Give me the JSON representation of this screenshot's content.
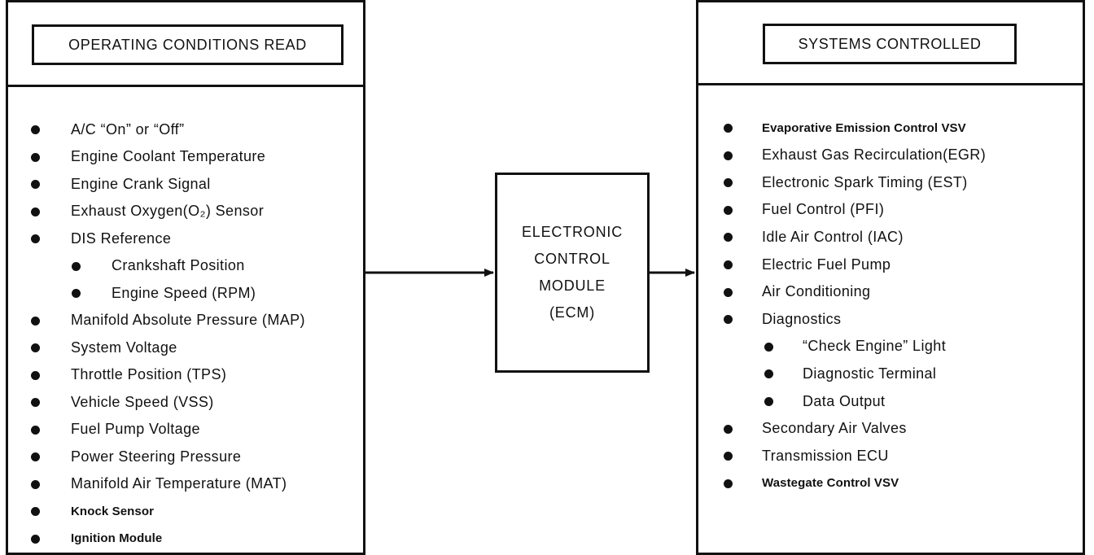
{
  "left_panel": {
    "title": "OPERATING CONDITIONS READ",
    "items": [
      {
        "text": "A/C “On” or “Off”",
        "level": 1
      },
      {
        "text": "Engine Coolant Temperature",
        "level": 1
      },
      {
        "text": "Engine Crank Signal",
        "level": 1
      },
      {
        "text": "Exhaust Oxygen(O₂) Sensor",
        "level": 1
      },
      {
        "text": "DIS Reference",
        "level": 1
      },
      {
        "text": "Crankshaft Position",
        "level": 2
      },
      {
        "text": "Engine Speed (RPM)",
        "level": 2
      },
      {
        "text": "Manifold Absolute Pressure (MAP)",
        "level": 1
      },
      {
        "text": "System Voltage",
        "level": 1
      },
      {
        "text": "Throttle Position (TPS)",
        "level": 1
      },
      {
        "text": "Vehicle Speed (VSS)",
        "level": 1
      },
      {
        "text": "Fuel Pump Voltage",
        "level": 1
      },
      {
        "text": "Power Steering Pressure",
        "level": 1
      },
      {
        "text": "Manifold Air Temperature (MAT)",
        "level": 1
      },
      {
        "text": "Knock Sensor",
        "level": 1,
        "style": "small"
      },
      {
        "text": "Ignition Module",
        "level": 1,
        "style": "small"
      }
    ]
  },
  "ecm": {
    "lines": [
      "ELECTRONIC",
      "CONTROL",
      "MODULE",
      "(ECM)"
    ]
  },
  "right_panel": {
    "title": "SYSTEMS CONTROLLED",
    "items": [
      {
        "text": "Evaporative Emission Control VSV",
        "level": 1,
        "style": "small"
      },
      {
        "text": "Exhaust Gas Recirculation(EGR)",
        "level": 1
      },
      {
        "text": "Electronic Spark Timing (EST)",
        "level": 1
      },
      {
        "text": "Fuel Control (PFI)",
        "level": 1
      },
      {
        "text": "Idle Air Control (IAC)",
        "level": 1
      },
      {
        "text": "Electric Fuel Pump",
        "level": 1
      },
      {
        "text": "Air Conditioning",
        "level": 1
      },
      {
        "text": "Diagnostics",
        "level": 1
      },
      {
        "text": "“Check Engine” Light",
        "level": 2
      },
      {
        "text": "Diagnostic Terminal",
        "level": 2
      },
      {
        "text": "Data Output",
        "level": 2
      },
      {
        "text": "Secondary Air Valves",
        "level": 1
      },
      {
        "text": "Transmission ECU",
        "level": 1
      },
      {
        "text": "Wastegate Control VSV",
        "level": 1,
        "style": "small"
      }
    ]
  }
}
